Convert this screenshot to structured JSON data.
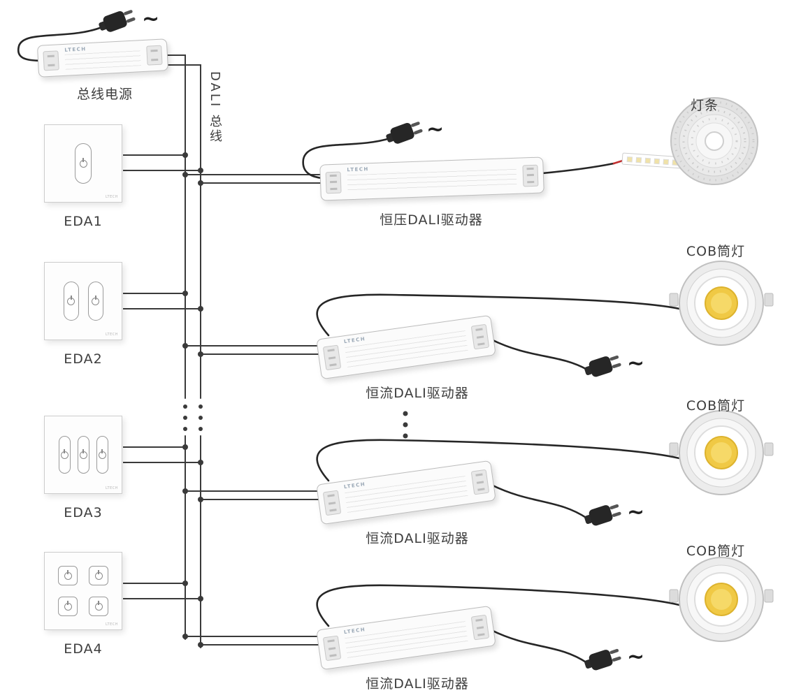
{
  "meta": {
    "ac_symbol": "~",
    "brand": "LTECH"
  },
  "bus": {
    "label": "DALI 总线",
    "power_label": "总线电源"
  },
  "panels": [
    {
      "label": "EDA1",
      "buttons": 1
    },
    {
      "label": "EDA2",
      "buttons": 2
    },
    {
      "label": "EDA3",
      "buttons": 3
    },
    {
      "label": "EDA4",
      "buttons": 4
    }
  ],
  "drivers": [
    {
      "label": "恒压DALI驱动器",
      "type": "constant-voltage"
    },
    {
      "label": "恒流DALI驱动器",
      "type": "constant-current"
    },
    {
      "label": "恒流DALI驱动器",
      "type": "constant-current"
    },
    {
      "label": "恒流DALI驱动器",
      "type": "constant-current"
    }
  ],
  "loads": [
    {
      "label": "灯条",
      "type": "led-strip"
    },
    {
      "label": "COB筒灯",
      "type": "cob-downlight"
    },
    {
      "label": "COB筒灯",
      "type": "cob-downlight"
    },
    {
      "label": "COB筒灯",
      "type": "cob-downlight"
    }
  ]
}
